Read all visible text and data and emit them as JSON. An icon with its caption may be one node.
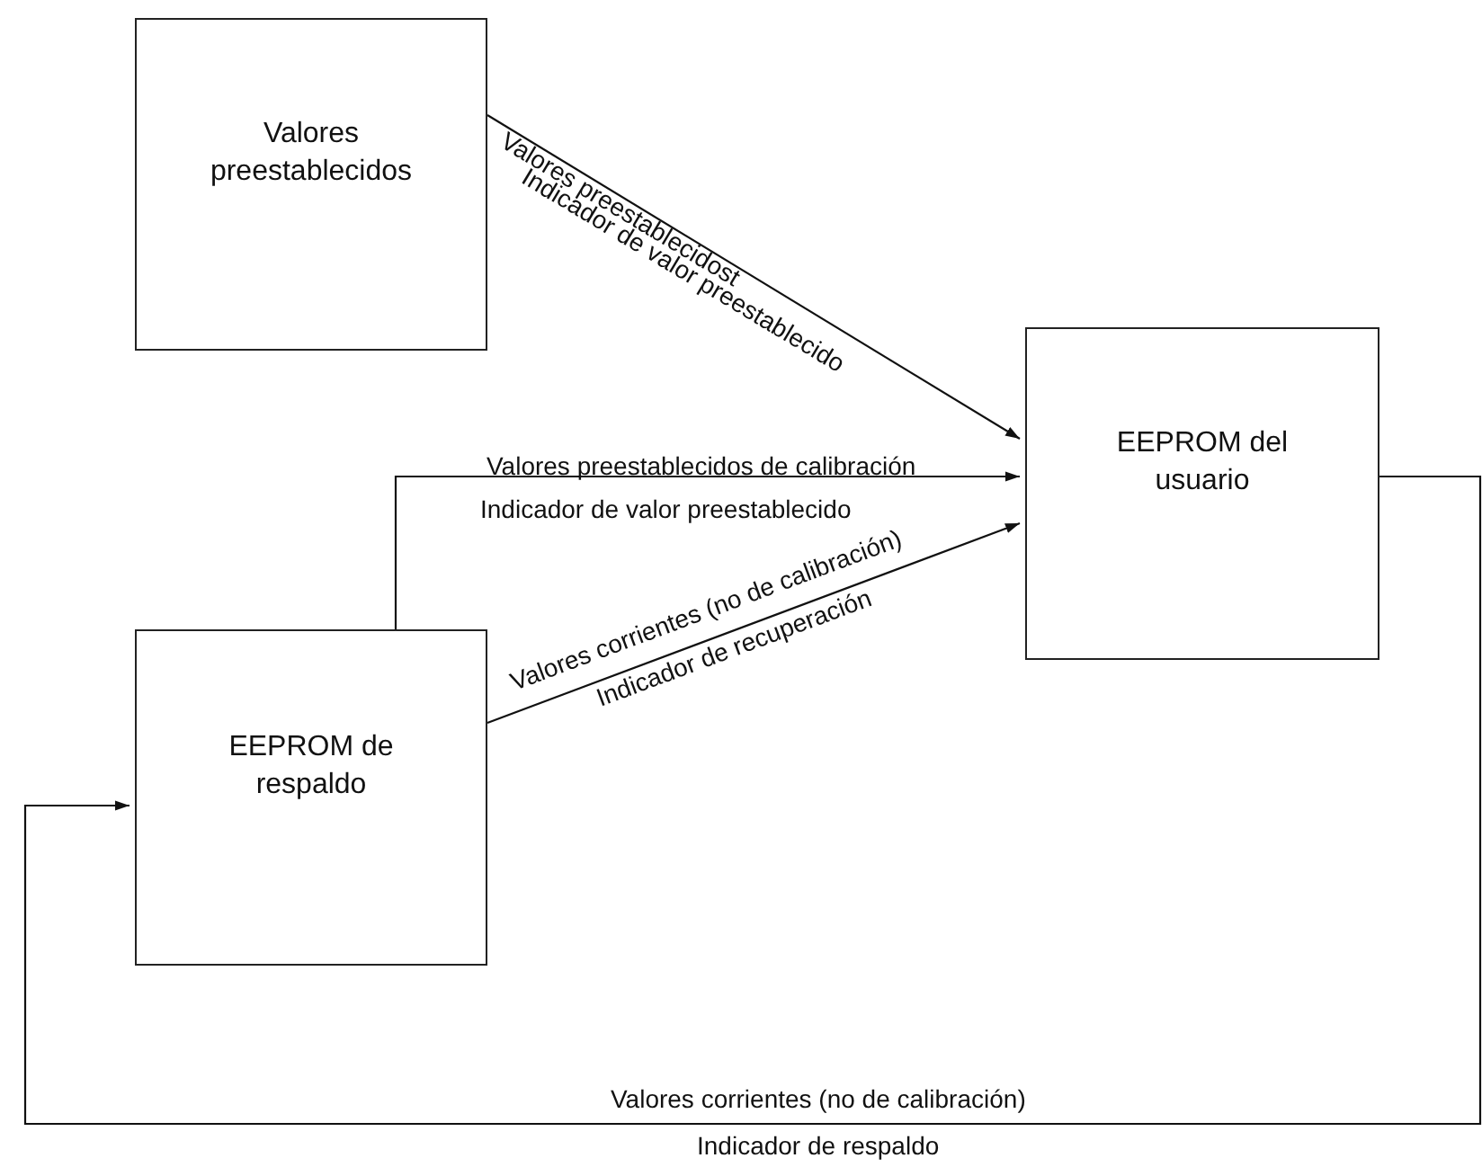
{
  "diagram": {
    "nodes": [
      {
        "text": [
          "Valores preestablecidos"
        ]
      },
      {
        "text": [
          "EEPROM del usuario"
        ]
      },
      {
        "text": [
          "EEPROM de respaldo"
        ]
      }
    ],
    "edges": [
      {
        "from": 0,
        "to": 1,
        "arrow": "to",
        "label": "Valores preestablecidost"
      },
      {
        "from": 2,
        "to": 1,
        "arrow": "to",
        "label": "Valores preestablecidos de calibración"
      },
      {
        "from": 2,
        "to": 1,
        "arrow": "to",
        "label": "Valores corrientes (no de calibración)"
      },
      {
        "from": 1,
        "to": 2,
        "arrow": "to",
        "label": "Valores corrientes (no de calibración)"
      }
    ],
    "labels": [
      "Indicador de valor preestablecido",
      "Indicador de valor preestablecido",
      "Indicador de recuperación",
      "Indicador de respaldo"
    ]
  }
}
